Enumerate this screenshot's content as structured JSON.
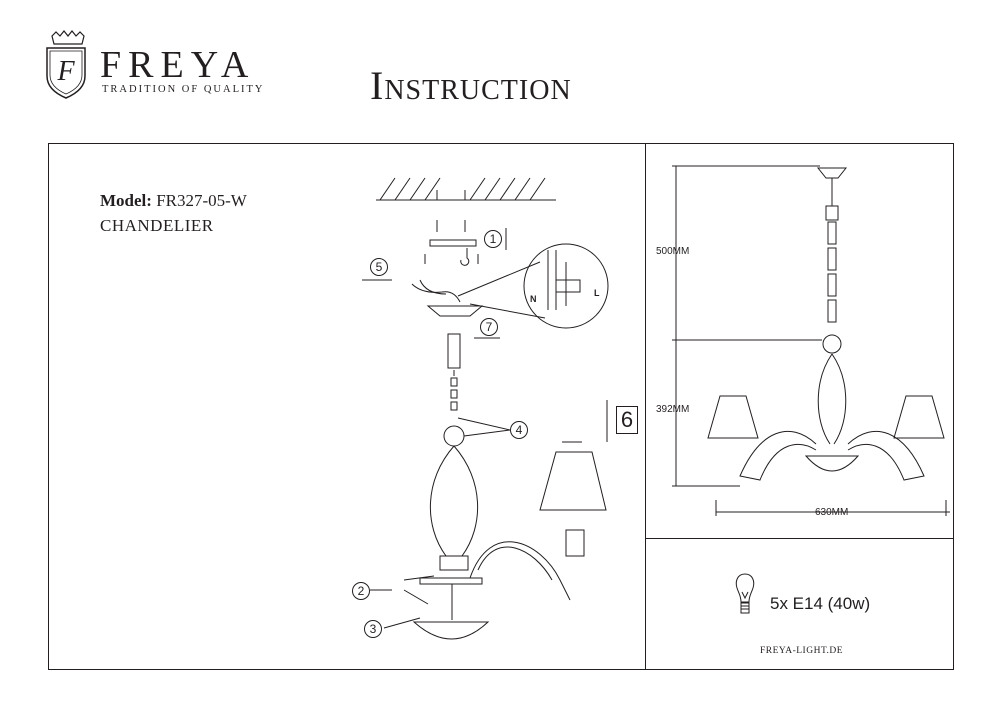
{
  "brand": {
    "name": "FREYA",
    "tagline": "TRADITION OF QUALITY",
    "logo_letter": "F"
  },
  "document": {
    "title": "Instruction"
  },
  "product": {
    "model_label": "Model:",
    "model_code": "FR327-05-W",
    "type": "CHANDELIER"
  },
  "dimensions": {
    "height_top": "500MM",
    "height_bottom": "392MM",
    "width": "630MM"
  },
  "bulb": {
    "spec": "5x E14 (40w)"
  },
  "website": "FREYA-LIGHT.DE",
  "steps": [
    "1",
    "2",
    "3",
    "4",
    "5",
    "6",
    "7"
  ],
  "wiring": {
    "live": "L",
    "neutral": "N"
  }
}
